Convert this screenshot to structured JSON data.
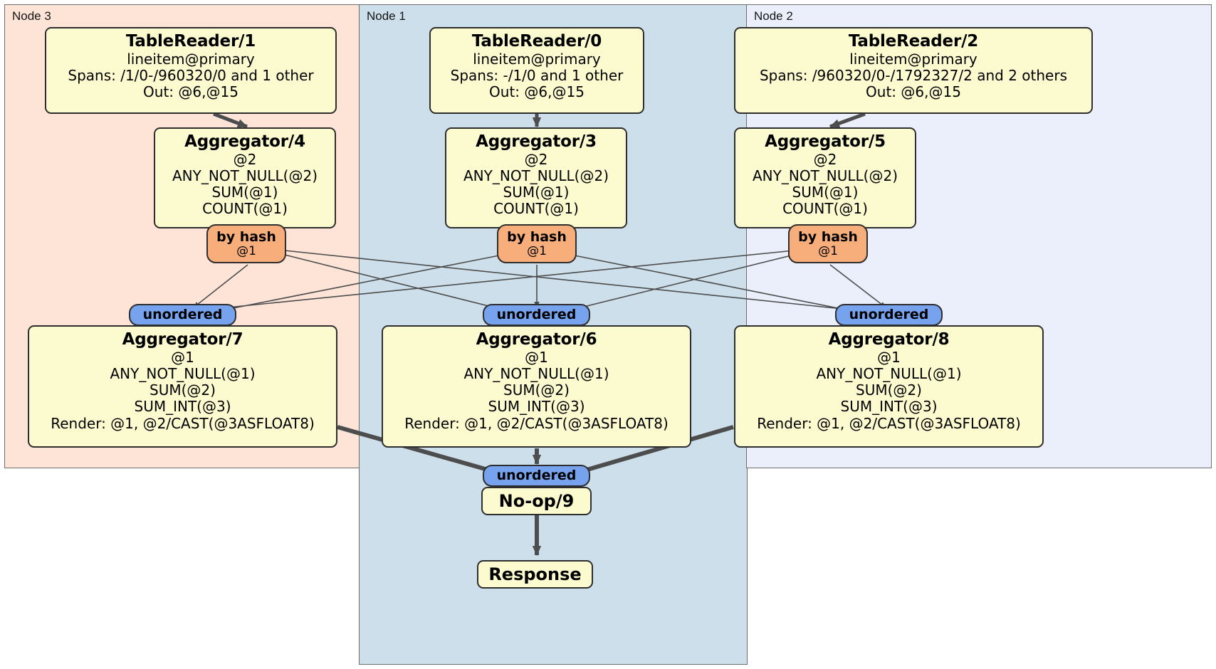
{
  "diagram": {
    "type": "distributed-query-plan",
    "colors": {
      "node3_bg": "#fde4d7",
      "node1_bg": "#cddfeb",
      "node2_bg": "#eaeffb",
      "processor_bg": "#fbfbcf",
      "hash_router_bg": "#f8ae7a",
      "unordered_sync_bg": "#76a2ee",
      "border": "#2e2e2e",
      "edge": "#4d4d4d"
    },
    "nodes": [
      {
        "id": "node3",
        "label": "Node 3"
      },
      {
        "id": "node1",
        "label": "Node 1"
      },
      {
        "id": "node2",
        "label": "Node 2"
      }
    ],
    "processors": {
      "table_reader_1": {
        "title": "TableReader/1",
        "lines": [
          "lineitem@primary",
          "Spans: /1/0-/960320/0 and 1 other",
          "Out: @6,@15"
        ]
      },
      "table_reader_0": {
        "title": "TableReader/0",
        "lines": [
          "lineitem@primary",
          "Spans: -/1/0 and 1 other",
          "Out: @6,@15"
        ]
      },
      "table_reader_2": {
        "title": "TableReader/2",
        "lines": [
          "lineitem@primary",
          "Spans: /960320/0-/1792327/2 and 2 others",
          "Out: @6,@15"
        ]
      },
      "aggregator_4": {
        "title": "Aggregator/4",
        "lines": [
          "@2",
          "ANY_NOT_NULL(@2)",
          "SUM(@1)",
          "COUNT(@1)"
        ]
      },
      "aggregator_3": {
        "title": "Aggregator/3",
        "lines": [
          "@2",
          "ANY_NOT_NULL(@2)",
          "SUM(@1)",
          "COUNT(@1)"
        ]
      },
      "aggregator_5": {
        "title": "Aggregator/5",
        "lines": [
          "@2",
          "ANY_NOT_NULL(@2)",
          "SUM(@1)",
          "COUNT(@1)"
        ]
      },
      "aggregator_7": {
        "title": "Aggregator/7",
        "lines": [
          "@1",
          "ANY_NOT_NULL(@1)",
          "SUM(@2)",
          "SUM_INT(@3)",
          "Render: @1, @2/CAST(@3ASFLOAT8)"
        ]
      },
      "aggregator_6": {
        "title": "Aggregator/6",
        "lines": [
          "@1",
          "ANY_NOT_NULL(@1)",
          "SUM(@2)",
          "SUM_INT(@3)",
          "Render: @1, @2/CAST(@3ASFLOAT8)"
        ]
      },
      "aggregator_8": {
        "title": "Aggregator/8",
        "lines": [
          "@1",
          "ANY_NOT_NULL(@1)",
          "SUM(@2)",
          "SUM_INT(@3)",
          "Render: @1, @2/CAST(@3ASFLOAT8)"
        ]
      },
      "noop_9": {
        "title": "No-op/9"
      },
      "response": {
        "title": "Response"
      }
    },
    "routers": {
      "hash_4": {
        "title": "by hash",
        "sub": "@1"
      },
      "hash_3": {
        "title": "by hash",
        "sub": "@1"
      },
      "hash_5": {
        "title": "by hash",
        "sub": "@1"
      }
    },
    "synchronizers": {
      "unordered_7": {
        "title": "unordered"
      },
      "unordered_6": {
        "title": "unordered"
      },
      "unordered_8": {
        "title": "unordered"
      },
      "unordered_9": {
        "title": "unordered"
      }
    }
  }
}
